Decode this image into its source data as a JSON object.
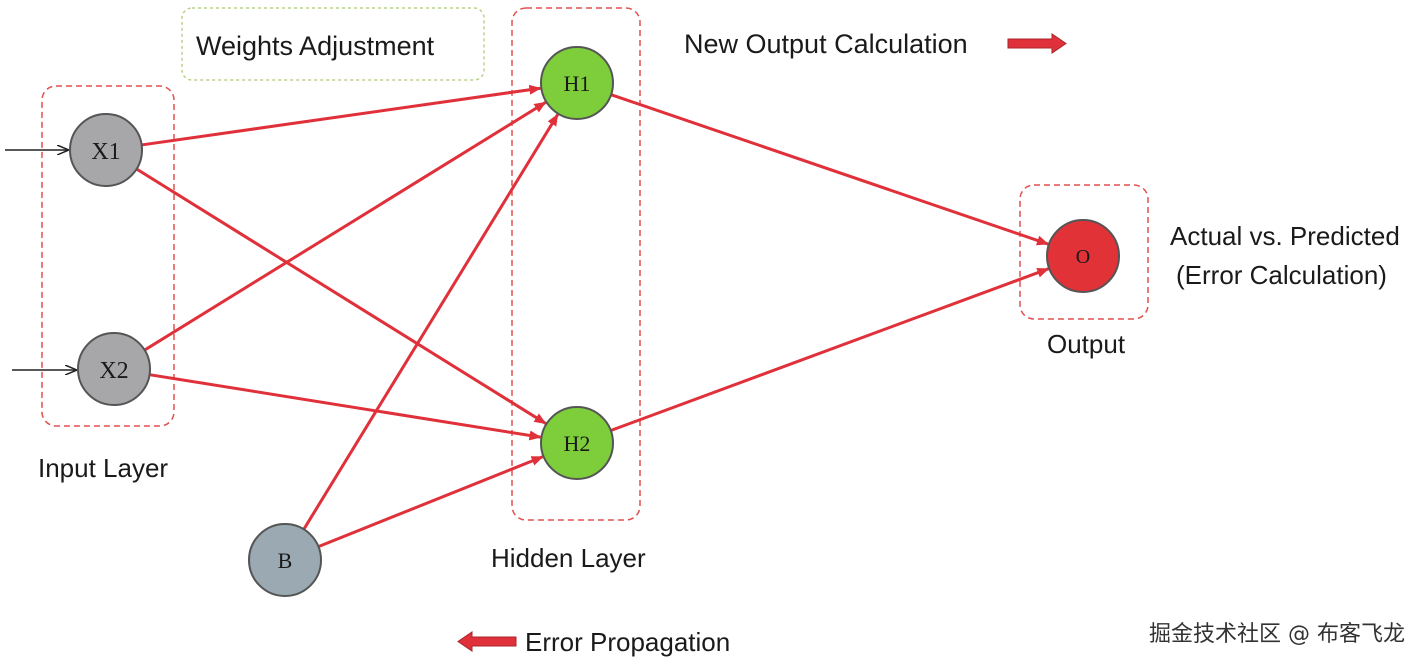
{
  "colors": {
    "edge": "#e0303a",
    "box_border": "#e05050",
    "weights_box_border": "#b9d08c",
    "input_node": "#a7a7aa",
    "bias_node": "#9aa9b2",
    "hidden_node": "#7dce3a",
    "output_node": "#e03237",
    "node_stroke": "#555555",
    "text": "#1a1a1a"
  },
  "labels": {
    "weights_adjustment": "Weights Adjustment",
    "new_output_calculation": "New Output Calculation",
    "error_propagation": "Error Propagation",
    "input_layer": "Input Layer",
    "hidden_layer": "Hidden Layer",
    "output": "Output",
    "actual_vs_predicted": "Actual vs. Predicted",
    "error_calculation": "(Error Calculation)",
    "watermark": "掘金技术社区 @ 布客飞龙"
  },
  "nodes": {
    "x1": {
      "label": "X1"
    },
    "x2": {
      "label": "X2"
    },
    "b": {
      "label": "B"
    },
    "h1": {
      "label": "H1"
    },
    "h2": {
      "label": "H2"
    },
    "o": {
      "label": "O"
    }
  },
  "edges": [
    [
      "x1",
      "h1"
    ],
    [
      "x1",
      "h2"
    ],
    [
      "x2",
      "h1"
    ],
    [
      "x2",
      "h2"
    ],
    [
      "b",
      "h1"
    ],
    [
      "b",
      "h2"
    ],
    [
      "h1",
      "o"
    ],
    [
      "h2",
      "o"
    ]
  ]
}
